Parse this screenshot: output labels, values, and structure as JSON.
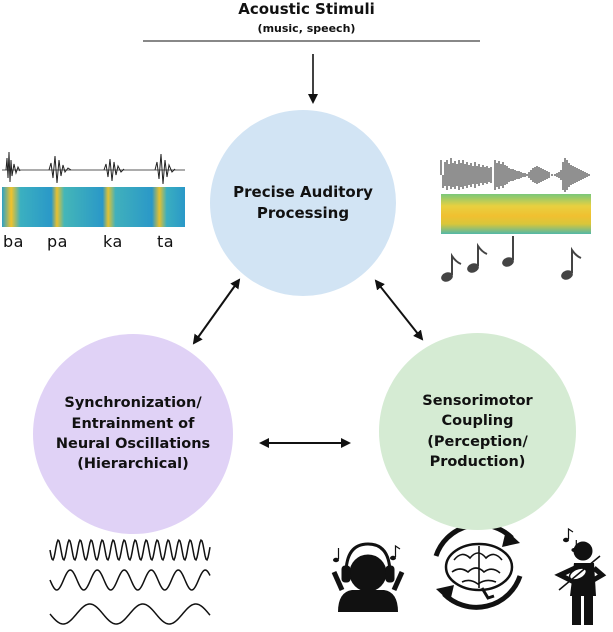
{
  "header": {
    "title": "Acoustic Stimuli",
    "subtitle": "(music, speech)"
  },
  "nodes": {
    "auditory": {
      "line1": "Precise Auditory",
      "line2": "Processing",
      "color": "#d2e4f4"
    },
    "sync": {
      "line1": "Synchronization/",
      "line2": "Entrainment of",
      "line3": "Neural Oscillations",
      "line4": "(Hierarchical)",
      "color": "#e0d2f6"
    },
    "sensorimotor": {
      "line1": "Sensorimotor",
      "line2": "Coupling",
      "line3": "(Perception/",
      "line4": "Production)",
      "color": "#d5ebd3"
    }
  },
  "speech": {
    "syllables": [
      "ba",
      "pa",
      "ka",
      "ta"
    ]
  },
  "icons": [
    "speech-waveform-icon",
    "speech-spectrogram-icon",
    "music-waveform-icon",
    "music-spectrogram-icon",
    "music-notes-icon",
    "oscillation-waves-icon",
    "headphones-listener-icon",
    "brain-cycle-icon",
    "violinist-icon"
  ]
}
